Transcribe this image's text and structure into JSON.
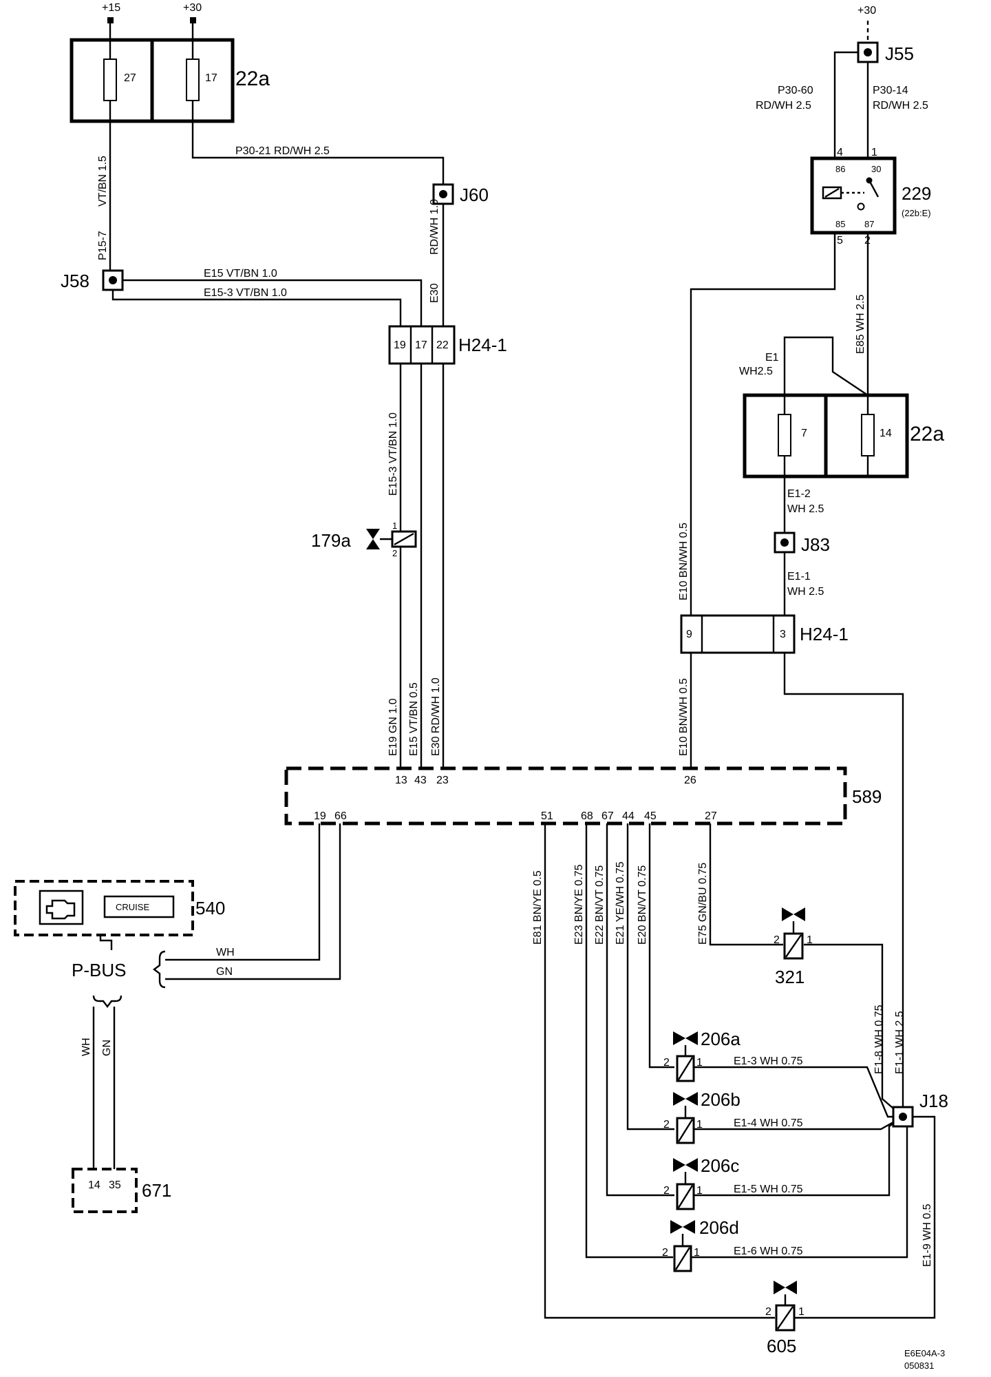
{
  "supply": {
    "plus15": "+15",
    "plus30_left": "+30",
    "plus30_right": "+30"
  },
  "fuse_box_top": {
    "ref": "22a",
    "fuse_a": "27",
    "fuse_b": "17"
  },
  "fuse_box_mid": {
    "ref": "22a",
    "fuse_a": "7",
    "fuse_b": "14"
  },
  "joints": {
    "j55": "J55",
    "j60": "J60",
    "j58": "J58",
    "j83": "J83",
    "j18": "J18"
  },
  "relay": {
    "ref": "229",
    "loc": "(22b:E)",
    "pin_86": "86",
    "pin_30": "30",
    "pin_85": "85",
    "pin_87": "87",
    "pin_4": "4",
    "pin_1": "1",
    "pin_5": "5",
    "pin_2": "2"
  },
  "connector_left": {
    "ref": "H24-1",
    "pins": [
      "19",
      "17",
      "22"
    ]
  },
  "connector_right": {
    "ref": "H24-1",
    "pin_a": "9",
    "pin_b": "3"
  },
  "ecu": {
    "ref": "589",
    "pins_top": [
      "13",
      "43",
      "23",
      "26"
    ],
    "pins_bottom": [
      "19",
      "66",
      "51",
      "68",
      "67",
      "44",
      "45",
      "27"
    ]
  },
  "components": {
    "c179a": "179a",
    "c179a_p1": "1",
    "c179a_p2": "2",
    "c321": "321",
    "c206a": "206a",
    "c206b": "206b",
    "c206c": "206c",
    "c206d": "206d",
    "c605": "605",
    "pin_one": "1",
    "pin_two": "2"
  },
  "instrument": {
    "ref": "540",
    "cruise": "CRUISE"
  },
  "bus": {
    "label": "P-BUS",
    "wh": "WH",
    "gn": "GN"
  },
  "diag_conn": {
    "ref": "671",
    "pin_a": "14",
    "pin_b": "35"
  },
  "wires": {
    "p30_60": "P30-60",
    "rdwh_25": "RD/WH  2.5",
    "p30_14": "P30-14",
    "rdwh_25b": "RD/WH  2.5",
    "p30_21": "P30-21      RD/WH   2.5",
    "vtbn_15": "VT/BN  1.5",
    "p15_7": "P15-7",
    "e15": "E15    VT/BN     1.0",
    "e15_3": "E15-3      VT/BN     1.0",
    "rdwh_10": "RD/WH  1.0",
    "e30": "E30",
    "e15_3v": "E15-3 VT/BN  1.0",
    "e19": "E19  GN 1.0",
    "e15v": "E15   VT/BN   0.5",
    "e30v": "E30  RD/WH  1.0",
    "e85": "E85   WH 2.5",
    "e1": "E1",
    "e1_wh": "WH2.5",
    "e1_2": "E1-2",
    "e1_2wh": "WH 2.5",
    "e1_1": "E1-1",
    "e1_1wh": "WH 2.5",
    "e10a": "E10  BN/WH   0.5",
    "e10b": "E10  BN/WH   0.5",
    "e81": "E81  BN/YE   0.5",
    "e23": "E23  BN/YE   0.75",
    "e22": "E22   BN/VT   0.75",
    "e21": "E21  YE/WH   0.75",
    "e20": "E20  BN/VT   0.75",
    "e75": "E75  GN/BU   0.75",
    "e1_8": "E1-8   WH 0.75",
    "e1_1v": "E1-1    WH 2.5",
    "e1_3": "E1-3       WH 0.75",
    "e1_4": "E1-4       WH 0.75",
    "e1_5": "E1-5       WH 0.75",
    "e1_6": "E1-6       WH 0.75",
    "e1_9": "E1-9     WH 0.5"
  },
  "doc_id": {
    "code": "E6E04A-3",
    "date": "050831"
  }
}
